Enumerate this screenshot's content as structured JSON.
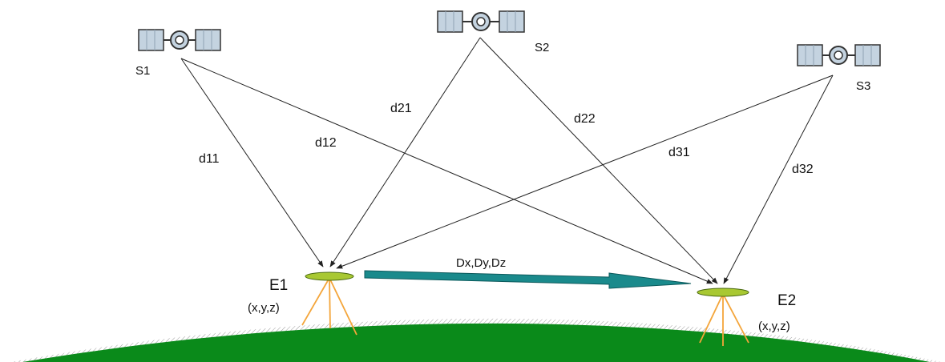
{
  "satellites": [
    {
      "id": "S1",
      "label": "S1"
    },
    {
      "id": "S2",
      "label": "S2"
    },
    {
      "id": "S3",
      "label": "S3"
    }
  ],
  "stations": [
    {
      "id": "E1",
      "label": "E1",
      "coords": "(x,y,z)"
    },
    {
      "id": "E2",
      "label": "E2",
      "coords": "(x,y,z)"
    }
  ],
  "distances": [
    {
      "label": "d11",
      "from": "S1",
      "to": "E1"
    },
    {
      "label": "d12",
      "from": "S1",
      "to": "E2"
    },
    {
      "label": "d21",
      "from": "S2",
      "to": "E1"
    },
    {
      "label": "d22",
      "from": "S2",
      "to": "E2"
    },
    {
      "label": "d31",
      "from": "S3",
      "to": "E1"
    },
    {
      "label": "d32",
      "from": "S3",
      "to": "E2"
    }
  ],
  "baseline": {
    "label": "Dx,Dy,Dz",
    "from": "E1",
    "to": "E2"
  },
  "colors": {
    "ground": "#0a8a1a",
    "tripod": "#f4a53a",
    "receiver_disc": "#a8c832",
    "satellite_panel": "#c4d3e0",
    "satellite_outline": "#333333",
    "baseline_arrow": "#1a8a8c",
    "signal_line": "#222222"
  }
}
